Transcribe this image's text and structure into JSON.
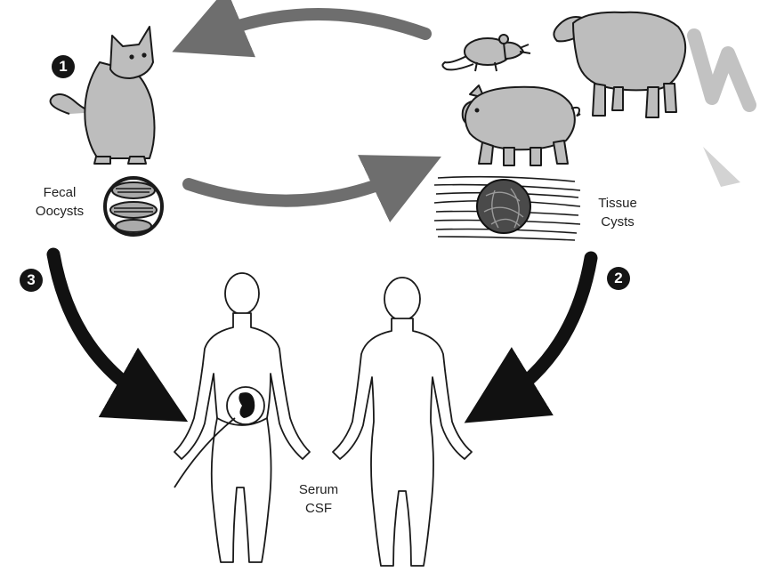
{
  "steps": {
    "one": "1",
    "two": "2",
    "three": "3"
  },
  "labels": {
    "fecal_line1": "Fecal",
    "fecal_line2": "Oocysts",
    "tissue_line1": "Tissue",
    "tissue_line2": "Cysts",
    "serum": "Serum",
    "csf": "CSF"
  },
  "colors": {
    "animal_fill": "#bdbdbd",
    "outline": "#1a1a1a",
    "cycle_arrow": "#6e6e6e",
    "transmission_arrow": "#111111",
    "badge": "#151515"
  },
  "icons": [
    "cat-icon",
    "mouse-icon",
    "sheep-icon",
    "pig-icon",
    "oocyst-icon",
    "tissue-cyst-icon",
    "pregnant-woman-figure",
    "man-figure",
    "fetus-icon"
  ]
}
